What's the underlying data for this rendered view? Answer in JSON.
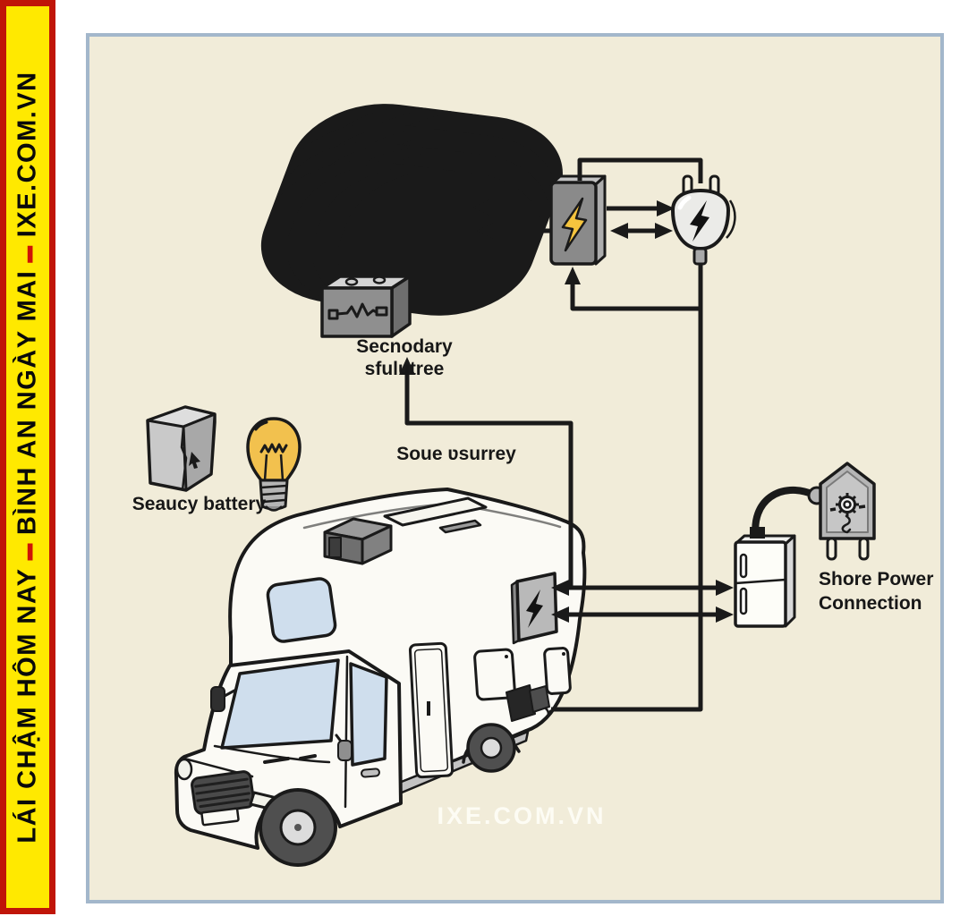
{
  "banner": {
    "segments": [
      "LÁI CHẬM HÔM NAY",
      "BÌNH AN NGÀY MAI",
      "IXE.COM.VN"
    ],
    "separator": "▬",
    "colors": {
      "background": "#c01508",
      "strip": "#ffe900",
      "text": "#0a0a0a",
      "dash": "#cf1206"
    }
  },
  "diagram": {
    "labels": {
      "secondary_battery": "Secnodary sfulutree",
      "power_source": "Soue ʋsurrey",
      "leisure_battery": "Seaucy battery",
      "shore_power_line1": "Shore Power",
      "shore_power_line2": "Connection"
    },
    "icons": {
      "solar_panel": "solar-panel",
      "secondary_battery": "battery-box",
      "charge_controller": "lightning-box",
      "ac_plug": "power-plug",
      "leisure_block": "stone-battery-block",
      "light_bulb": "light-bulb",
      "rv": "motorhome",
      "rv_power_panel": "lightning-panel",
      "rv_shore_inlet": "shore-inlet-plug",
      "shore_pedestal": "power-pedestal",
      "shore_plug_device": "gear-plug"
    },
    "colors": {
      "panel_background": "#f1ecd9",
      "panel_border": "#a3b7cb",
      "line": "#1a1a1a",
      "bolt_yellow": "#f5c43e",
      "solar_cell_blue": "#abc4da",
      "window_blue": "#cfdeed",
      "gray_device": "#8a8a8a"
    }
  },
  "watermark": {
    "text": "IXE.COM.VN"
  }
}
